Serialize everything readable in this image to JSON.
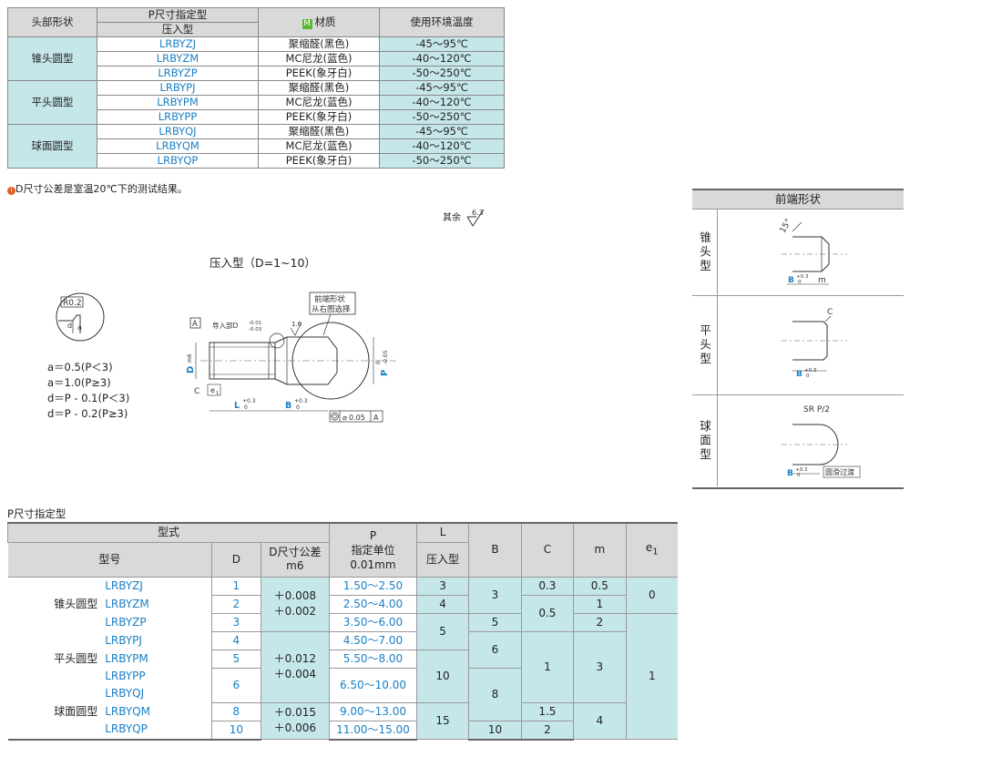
{
  "top_table": {
    "headers": {
      "head_shape": "头部形状",
      "p_type": "P尺寸指定型",
      "press_in": "压入型",
      "material_badge": "M",
      "material": "材质",
      "temp": "使用环境温度"
    },
    "groups": [
      {
        "shape": "锥头圆型",
        "rows": [
          {
            "model": "LRBYZJ",
            "material": "聚缩醛(黑色)",
            "temp": "-45～95℃"
          },
          {
            "model": "LRBYZM",
            "material": "MC尼龙(蓝色)",
            "temp": "-40～120℃"
          },
          {
            "model": "LRBYZP",
            "material": "PEEK(象牙白)",
            "temp": "-50～250℃"
          }
        ]
      },
      {
        "shape": "平头圆型",
        "rows": [
          {
            "model": "LRBYPJ",
            "material": "聚缩醛(黑色)",
            "temp": "-45～95℃"
          },
          {
            "model": "LRBYPM",
            "material": "MC尼龙(蓝色)",
            "temp": "-40～120℃"
          },
          {
            "model": "LRBYPP",
            "material": "PEEK(象牙白)",
            "temp": "-50～250℃"
          }
        ]
      },
      {
        "shape": "球面圆型",
        "rows": [
          {
            "model": "LRBYQJ",
            "material": "聚缩醛(黑色)",
            "temp": "-45～95℃"
          },
          {
            "model": "LRBYQM",
            "material": "MC尼龙(蓝色)",
            "temp": "-40～120℃"
          },
          {
            "model": "LRBYQP",
            "material": "PEEK(象牙白)",
            "temp": "-50～250℃"
          }
        ]
      }
    ],
    "note_icon": "!",
    "note": "D尺寸公差是室温20℃下的测试结果。"
  },
  "drawing": {
    "roughness": "其余",
    "roughness_value": "6.3",
    "title": "压入型（D=1~10）",
    "detail_r": "R0.2",
    "formulas": [
      "a＝0.5(P＜3)",
      "a＝1.0(P≥3)",
      "d＝P - 0.1(P＜3)",
      "d＝P - 0.2(P≥3)"
    ],
    "tip_label_1": "前端形状",
    "tip_label_2": "从右图选择",
    "datum_a": "A",
    "guide_label": "导入部D",
    "guide_tol_upper": "-0.01",
    "guide_tol_lower": "-0.03",
    "rough_16": "1.6",
    "d_label": "D",
    "d_sub": "m6",
    "p_label": "P",
    "p_tol_upper": "0",
    "p_tol_lower": "-0.05",
    "c_label": "C",
    "e1_label": "e",
    "e1_sub": "1",
    "l_label": "L",
    "b_label": "B",
    "tol_plus": "+0.3",
    "tol_zero": "0",
    "concentric_value": "0.05",
    "concentric_datum": "A"
  },
  "side_panel": {
    "title": "前端形状",
    "rows": [
      {
        "label": "锥头型",
        "angle": "15°",
        "b": "B",
        "m": "m"
      },
      {
        "label": "平头型",
        "c": "C",
        "b": "B"
      },
      {
        "label": "球面型",
        "sr": "SR P/2",
        "b": "B",
        "note": "圆滑过渡"
      }
    ]
  },
  "bottom_table": {
    "section_label": "P尺寸指定型",
    "headers": {
      "type": "型式",
      "model_no": "型号",
      "d": "D",
      "d_tol": "D尺寸公差",
      "d_tol2": "m6",
      "p": "P",
      "p_sub": "指定单位",
      "p_sub2": "0.01mm",
      "l": "L",
      "l_sub": "压入型",
      "b": "B",
      "c": "C",
      "m": "m",
      "e1": "e",
      "e1_sub": "1"
    },
    "rows": [
      {
        "group": "",
        "model": "LRBYZJ",
        "d": "1",
        "p": "1.50～2.50",
        "l": "3",
        "b": "3",
        "c": "0.3",
        "m": "0.5",
        "e1": "0"
      },
      {
        "group": "锥头圆型",
        "model": "LRBYZM",
        "d": "2",
        "p": "2.50～4.00",
        "l": "4",
        "c": "0.5",
        "m": "1"
      },
      {
        "group": "",
        "model": "LRBYZP",
        "d": "3",
        "p": "3.50～6.00",
        "l": "5",
        "b": "5",
        "m": "2",
        "e1": "1"
      },
      {
        "group": "",
        "model": "LRBYPJ",
        "d": "4",
        "p": "4.50～7.00",
        "b": "6"
      },
      {
        "group": "平头圆型",
        "model": "LRBYPM",
        "d": "5",
        "p": "5.50～8.00",
        "l": "10",
        "c": "1",
        "m": "3"
      },
      {
        "group": "",
        "model": "LRBYPP",
        "d": "6",
        "p": "6.50～10.00",
        "b": "8"
      },
      {
        "group": "",
        "model": "LRBYQJ"
      },
      {
        "group": "球面圆型",
        "model": "LRBYQM",
        "d": "8",
        "p": "9.00～13.00",
        "l": "15",
        "c": "1.5",
        "m": "4"
      },
      {
        "group": "",
        "model": "LRBYQP",
        "d": "10",
        "p": "11.00～15.00",
        "b": "10",
        "c": "2"
      }
    ],
    "tol_groups": [
      {
        "upper": "＋0.008",
        "lower": "＋0.002"
      },
      {
        "upper": "＋0.012",
        "lower": "＋0.004"
      },
      {
        "upper": "＋0.015",
        "lower": "＋0.006"
      }
    ]
  }
}
